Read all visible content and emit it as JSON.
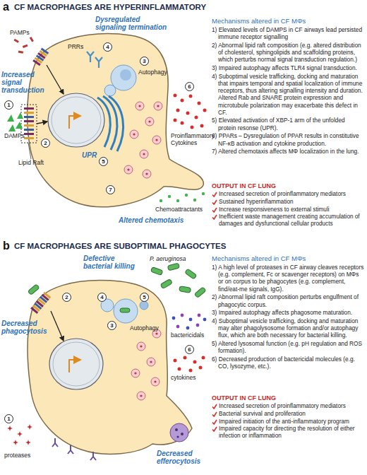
{
  "diagram": {
    "nodes": [
      {
        "text": [
          "a",
          "CF MACROPHAGES ARE HYPERINFLAMMATORY"
        ]
      },
      {
        "text": [
          "Mechanisms altered in CF MΦs",
          "1) Elevated levels of DAMPS in CF airways lead persisted immune receptor signalling",
          "2) Abnormal lipid raft composition (e.g. altered distribution of cholesterol, sphingolipids and scaffolding proteins, which perturbs normal signal transduction regulation.)",
          "3) Impaired autophagy affects TLR4 signal transduction.",
          "4) Suboptimal vesicle trafficking, docking and maturation that impairs temporal and spatial localization of immune receptors, thus altering signalling intensity and duration. Altered Rab and SNARE protein expression and microtubule polarization may exacerbate this defect in CF.",
          "5) Elevated activation of XBP-1 arm of the unfolded protein resonse (UPR).",
          "6) PPARs – Dysregulation of PPAR results in constitutive NF-κB activation and cytokine production.",
          "7) Altered chemotaxis affects MΦ localization in the lung."
        ],
        "in": 0
      },
      {
        "text": [
          "OUTPUT IN CF LUNG",
          "Increased secretion of proinflammatory mediators",
          "Sustained hyperinflammation",
          "Increase responsiveness to external stimuli",
          "Inefficient waste management creating accumulation of damages and dysfunctional cellular products"
        ],
        "in": 0
      },
      {
        "text": [
          "b",
          "CF MACROPHAGES ARE SUBOPTIMAL PHAGOCYTES"
        ]
      },
      {
        "text": [
          "Mechanisms altered in CF MΦs",
          "1) A high level of proteases in CF airway cleaves receptors (e.g. complement, Fc or scavenger receptors) on MΦs or on corpus to be phagocytes (e.g. complement, find/eat-me signals, IgG).",
          "2) Abnormal lipid raft composition perturbs engulfment of phagocytic corpus.",
          "3) Impaired autophagy affects phagosome maturation.",
          "4) Suboptimal vesicle trafficking, docking and maturation may alter phagolysosome formation and/or autophagy flux, which are both necessary for bacterial killing.",
          "5) Altered lysosomal function (e.g. pH regulation and ROS formation).",
          "6) Decreased production of bactericidal molecules (e.g. CO, lysozyme, etc.)."
        ],
        "in": 3
      },
      {
        "text": [
          "OUTPUT IN CF LUNG",
          "Increased secretion of proinflammatory mediators",
          "Bacterial survival and proliferation",
          "Impaired initiation of the anti-inflammatory program",
          "Impaired capacity for directing the resolution of either infection or inflammation"
        ],
        "in": 3
      }
    ],
    "labels": [
      "Dysregulated signaling termination",
      "PAMPs",
      "PRRs",
      "4",
      "Increased signal transduction",
      "1",
      "DAMPs",
      "3",
      "Autophagy",
      "Lipid Raft",
      "2",
      "UPR",
      "5",
      "6",
      "Proinflammatory Cytokines",
      "Chemoattractants",
      "7",
      "Altered chemotaxis",
      "P. aeruginosa",
      "Defective bacterial killing",
      "2",
      "4",
      "5",
      "3",
      "Autophagy",
      "Decreased phagocytosis",
      "bactericidals",
      "6",
      "cytokines",
      "1",
      "proteases",
      "Decreased efferocytosis"
    ]
  }
}
